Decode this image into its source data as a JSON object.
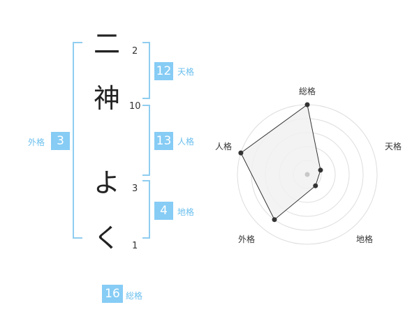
{
  "name": {
    "chars": [
      {
        "char": "二",
        "strokes": "2"
      },
      {
        "char": "神",
        "strokes": "10"
      },
      {
        "char": "よ",
        "strokes": "3"
      },
      {
        "char": "く",
        "strokes": "1"
      }
    ]
  },
  "fortune": {
    "tenkaku": {
      "value": "12",
      "label": "天格"
    },
    "jinkaku": {
      "value": "13",
      "label": "人格"
    },
    "chikaku": {
      "value": "4",
      "label": "地格"
    },
    "gaikaku": {
      "value": "3",
      "label": "外格"
    },
    "soukaku": {
      "value": "16",
      "label": "総格"
    }
  },
  "chart_data": {
    "type": "radar",
    "axes": [
      "総格",
      "天格",
      "地格",
      "外格",
      "人格"
    ],
    "values": [
      5,
      1,
      1,
      4,
      5
    ],
    "rmax": 5,
    "rings": 5,
    "colors": {
      "fill": "#f1f1f1",
      "stroke": "#333333",
      "ring": "#dddddd",
      "point": "#333333",
      "center": "#c8c8c8"
    }
  }
}
